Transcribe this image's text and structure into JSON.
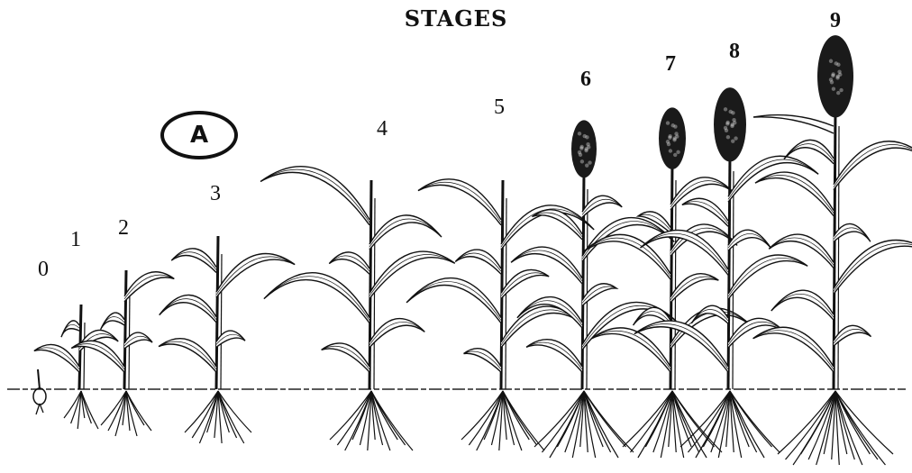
{
  "figure": {
    "title": "STAGES",
    "marker_label": "A",
    "ground_color": "#222222",
    "ink_color": "#111111",
    "stages": [
      {
        "label": "0"
      },
      {
        "label": "1"
      },
      {
        "label": "2"
      },
      {
        "label": "3"
      },
      {
        "label": "4"
      },
      {
        "label": "5"
      },
      {
        "label": "6"
      },
      {
        "label": "7"
      },
      {
        "label": "8"
      },
      {
        "label": "9"
      }
    ]
  }
}
